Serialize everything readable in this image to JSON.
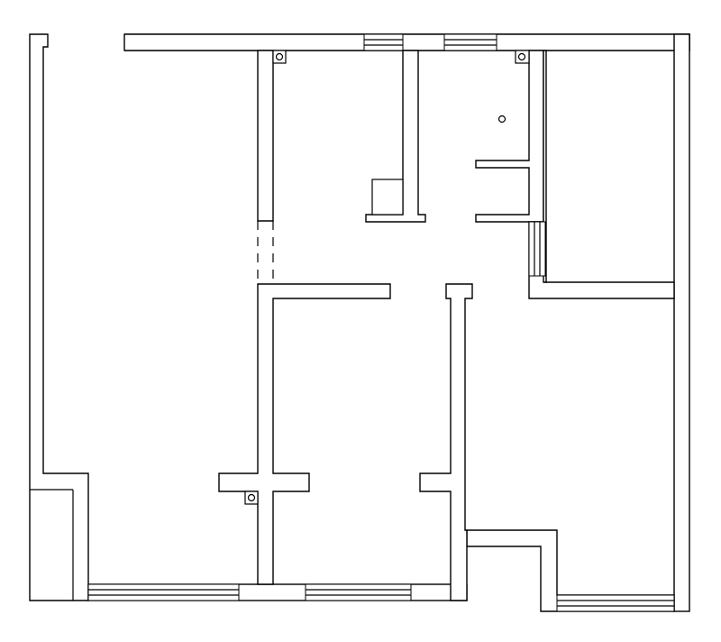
{
  "drawing": {
    "type": "floor-plan",
    "style": "black line drawing on white",
    "line_color": "#000000",
    "background_color": "#ffffff"
  },
  "fixtures": [
    "pipe-marker",
    "pipe-marker",
    "pipe-marker",
    "floor-drain"
  ],
  "windows": 5,
  "text": ""
}
